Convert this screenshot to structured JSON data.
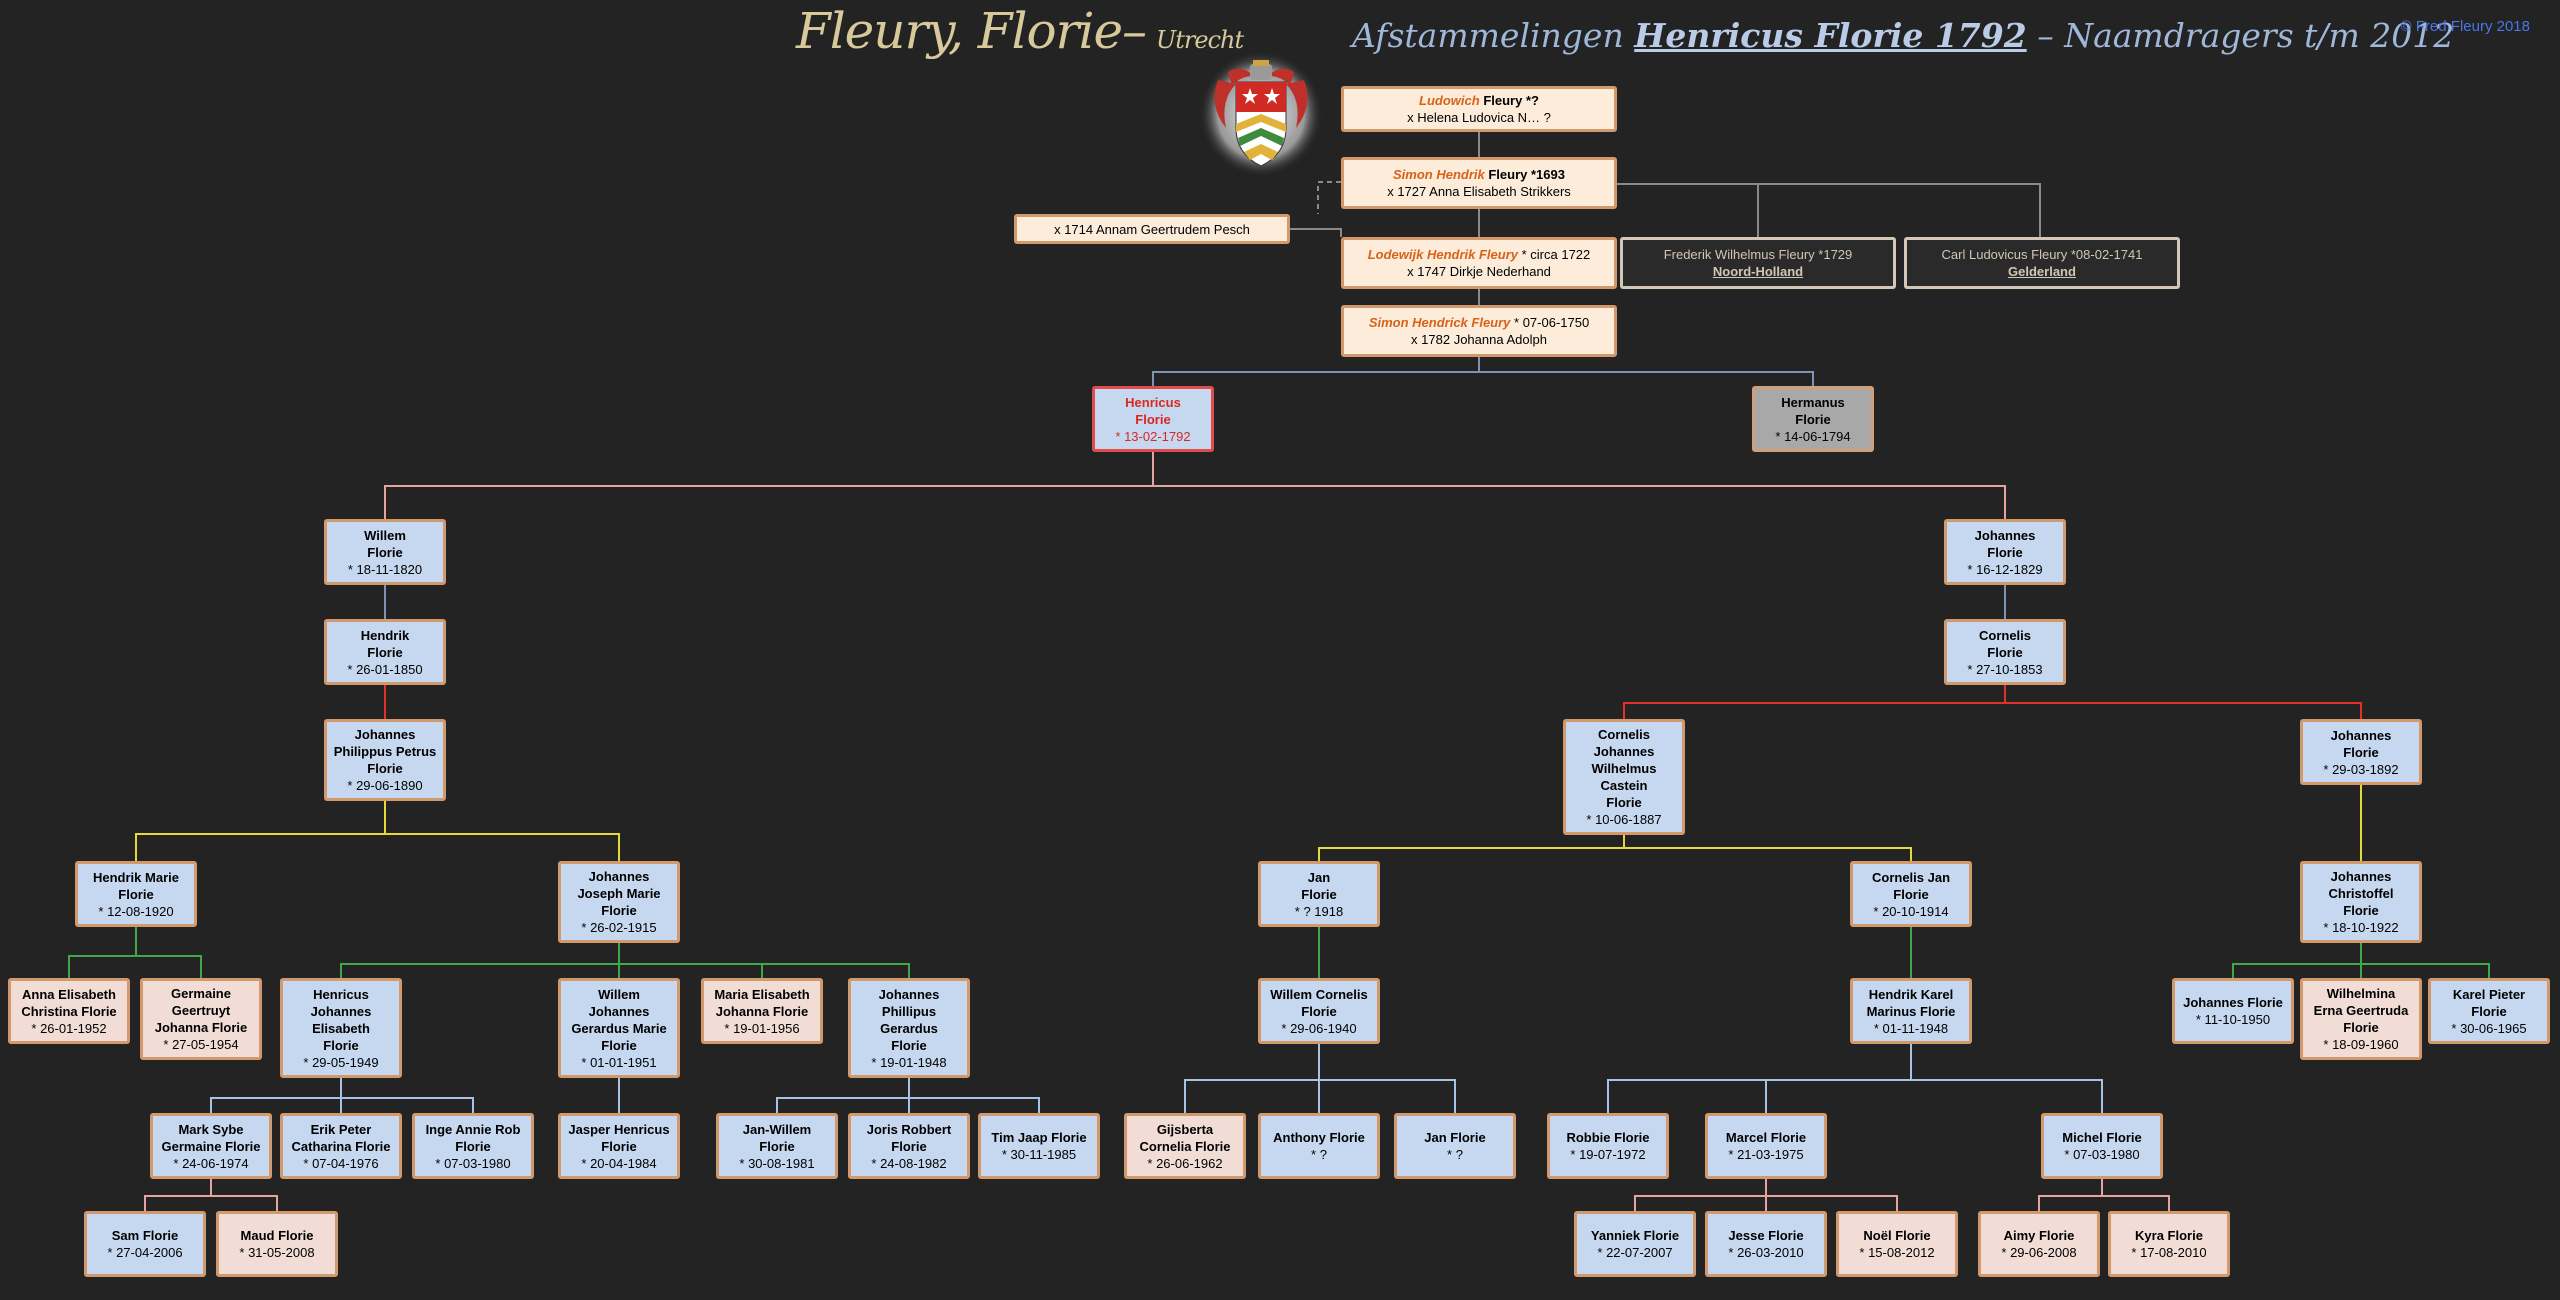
{
  "header": {
    "title_main": "Fleury, Florie–",
    "title_place": "Utrecht",
    "subtitle_prefix": "Afstammelingen",
    "subtitle_highlight": "Henricus Florie 1792",
    "subtitle_suffix": "– Naamdragers t/m 2012",
    "copyright": "© Fred Fleury 2018"
  },
  "colors": {
    "background": "#232323",
    "box_blue": "#c6d8ef",
    "box_pink": "#f1ddd6",
    "box_cream": "#fcecd9",
    "box_border": "#d1996c",
    "accent_orange": "#d7621a",
    "accent_red": "#d9281f",
    "line_grey": "#8a8a8a",
    "line_blue": "#7f93b4",
    "line_pink": "#e7a39d",
    "line_red": "#e1322a",
    "line_yellow": "#e6d83a",
    "line_green": "#3fa848",
    "line_lightblue": "#a8c2e3"
  },
  "crest_icon": "coat-of-arms-icon",
  "nodes": [
    {
      "id": "ludowich",
      "type": "cream",
      "lines": [
        [
          {
            "t": "Ludowich",
            "c": "orng"
          },
          {
            "t": " Fleury ",
            "c": "b"
          },
          {
            "t": "*?",
            "c": "b"
          }
        ],
        [
          {
            "t": "x Helena Ludovica N… ?"
          }
        ]
      ]
    },
    {
      "id": "simon1",
      "type": "cream",
      "lines": [
        [
          {
            "t": "Simon Hendrik",
            "c": "orng"
          },
          {
            "t": " Fleury ",
            "c": "b"
          },
          {
            "t": "*1693",
            "c": "b"
          }
        ],
        [
          {
            "t": "x 1727 Anna Elisabeth Strikkers"
          }
        ]
      ]
    },
    {
      "id": "pesch",
      "type": "cream",
      "lines": [
        [
          {
            "t": "x 1714 Annam Geertrudem Pesch"
          }
        ]
      ]
    },
    {
      "id": "lodewijk",
      "type": "cream",
      "lines": [
        [
          {
            "t": "Lodewijk Hendrik Fleury",
            "c": "orng"
          },
          {
            "t": " * circa 1722"
          }
        ],
        [
          {
            "t": "x 1747 Dirkje Nederhand"
          }
        ]
      ]
    },
    {
      "id": "frederik",
      "type": "dark",
      "lines": [
        [
          {
            "t": "Frederik Wilhelmus Fleury *1729"
          }
        ],
        [
          {
            "t": "Noord-Holland",
            "c": "uline"
          }
        ]
      ]
    },
    {
      "id": "carl",
      "type": "dark",
      "lines": [
        [
          {
            "t": "Carl Ludovicus Fleury *08-02-1741"
          }
        ],
        [
          {
            "t": "Gelderland",
            "c": "uline"
          }
        ]
      ]
    },
    {
      "id": "simon2",
      "type": "cream",
      "lines": [
        [
          {
            "t": "Simon Hendrick Fleury",
            "c": "orng"
          },
          {
            "t": " * 07-06-1750"
          }
        ],
        [
          {
            "t": "x 1782 Johanna Adolph"
          }
        ]
      ]
    },
    {
      "id": "henricus",
      "type": "red",
      "lines": [
        [
          {
            "t": "Henricus",
            "c": "b"
          }
        ],
        [
          {
            "t": "Florie",
            "c": "b"
          }
        ],
        [
          {
            "t": "* 13-02-1792"
          }
        ]
      ]
    },
    {
      "id": "hermanus",
      "type": "grey",
      "lines": [
        [
          {
            "t": "Hermanus",
            "c": "b"
          }
        ],
        [
          {
            "t": "Florie",
            "c": "b"
          }
        ],
        [
          {
            "t": "* 14-06-1794"
          }
        ]
      ]
    },
    {
      "id": "willem1",
      "type": "blue",
      "lines": [
        [
          {
            "t": "Willem",
            "c": "b"
          }
        ],
        [
          {
            "t": "Florie",
            "c": "b"
          }
        ],
        [
          {
            "t": "* 18-11-1820"
          }
        ]
      ]
    },
    {
      "id": "johannes1",
      "type": "blue",
      "lines": [
        [
          {
            "t": "Johannes",
            "c": "b"
          }
        ],
        [
          {
            "t": "Florie",
            "c": "b"
          }
        ],
        [
          {
            "t": "* 16-12-1829"
          }
        ]
      ]
    },
    {
      "id": "hendrik1",
      "type": "blue",
      "lines": [
        [
          {
            "t": "Hendrik",
            "c": "b"
          }
        ],
        [
          {
            "t": "Florie",
            "c": "b"
          }
        ],
        [
          {
            "t": "* 26-01-1850"
          }
        ]
      ]
    },
    {
      "id": "cornelis1",
      "type": "blue",
      "lines": [
        [
          {
            "t": "Cornelis",
            "c": "b"
          }
        ],
        [
          {
            "t": "Florie",
            "c": "b"
          }
        ],
        [
          {
            "t": "* 27-10-1853"
          }
        ]
      ]
    },
    {
      "id": "jpp",
      "type": "blue",
      "lines": [
        [
          {
            "t": "Johannes",
            "c": "b"
          }
        ],
        [
          {
            "t": "Philippus Petrus",
            "c": "b"
          }
        ],
        [
          {
            "t": "Florie",
            "c": "b"
          }
        ],
        [
          {
            "t": "* 29-06-1890"
          }
        ]
      ]
    },
    {
      "id": "cjwc",
      "type": "blue",
      "lines": [
        [
          {
            "t": "Cornelis",
            "c": "b"
          }
        ],
        [
          {
            "t": "Johannes",
            "c": "b"
          }
        ],
        [
          {
            "t": "Wilhelmus",
            "c": "b"
          }
        ],
        [
          {
            "t": "Castein",
            "c": "b"
          }
        ],
        [
          {
            "t": "Florie",
            "c": "b"
          }
        ],
        [
          {
            "t": "* 10-06-1887"
          }
        ]
      ]
    },
    {
      "id": "johannes2",
      "type": "blue",
      "lines": [
        [
          {
            "t": "Johannes",
            "c": "b"
          }
        ],
        [
          {
            "t": "Florie",
            "c": "b"
          }
        ],
        [
          {
            "t": "* 29-03-1892"
          }
        ]
      ]
    },
    {
      "id": "hendrikmarie",
      "type": "blue",
      "lines": [
        [
          {
            "t": "Hendrik Marie",
            "c": "b"
          }
        ],
        [
          {
            "t": "Florie",
            "c": "b"
          }
        ],
        [
          {
            "t": "* 12-08-1920"
          }
        ]
      ]
    },
    {
      "id": "jjm",
      "type": "blue",
      "lines": [
        [
          {
            "t": "Johannes",
            "c": "b"
          }
        ],
        [
          {
            "t": "Joseph Marie",
            "c": "b"
          }
        ],
        [
          {
            "t": "Florie",
            "c": "b"
          }
        ],
        [
          {
            "t": "* 26-02-1915"
          }
        ]
      ]
    },
    {
      "id": "jan1918",
      "type": "blue",
      "lines": [
        [
          {
            "t": "Jan",
            "c": "b"
          }
        ],
        [
          {
            "t": "Florie",
            "c": "b"
          }
        ],
        [
          {
            "t": "* ? 1918"
          }
        ]
      ]
    },
    {
      "id": "cornelisjan",
      "type": "blue",
      "lines": [
        [
          {
            "t": "Cornelis Jan",
            "c": "b"
          }
        ],
        [
          {
            "t": "Florie",
            "c": "b"
          }
        ],
        [
          {
            "t": "* 20-10-1914"
          }
        ]
      ]
    },
    {
      "id": "jchristoffel",
      "type": "blue",
      "lines": [
        [
          {
            "t": "Johannes",
            "c": "b"
          }
        ],
        [
          {
            "t": "Christoffel",
            "c": "b"
          }
        ],
        [
          {
            "t": "Florie",
            "c": "b"
          }
        ],
        [
          {
            "t": "* 18-10-1922"
          }
        ]
      ]
    },
    {
      "id": "annaelisabeth",
      "type": "pink",
      "lines": [
        [
          {
            "t": "Anna Elisabeth",
            "c": "b"
          }
        ],
        [
          {
            "t": "Christina Florie",
            "c": "b"
          }
        ],
        [
          {
            "t": "* 26-01-1952"
          }
        ]
      ]
    },
    {
      "id": "germaine",
      "type": "pink",
      "lines": [
        [
          {
            "t": "Germaine",
            "c": "b"
          }
        ],
        [
          {
            "t": "Geertruyt",
            "c": "b"
          }
        ],
        [
          {
            "t": "Johanna Florie",
            "c": "b"
          }
        ],
        [
          {
            "t": "* 27-05-1954"
          }
        ]
      ]
    },
    {
      "id": "hje",
      "type": "blue",
      "lines": [
        [
          {
            "t": "Henricus",
            "c": "b"
          }
        ],
        [
          {
            "t": "Johannes",
            "c": "b"
          }
        ],
        [
          {
            "t": "Elisabeth",
            "c": "b"
          }
        ],
        [
          {
            "t": "Florie",
            "c": "b"
          }
        ],
        [
          {
            "t": "* 29-05-1949"
          }
        ]
      ]
    },
    {
      "id": "wjgm",
      "type": "blue",
      "lines": [
        [
          {
            "t": "Willem",
            "c": "b"
          }
        ],
        [
          {
            "t": "Johannes",
            "c": "b"
          }
        ],
        [
          {
            "t": "Gerardus Marie",
            "c": "b"
          }
        ],
        [
          {
            "t": "Florie",
            "c": "b"
          }
        ],
        [
          {
            "t": "* 01-01-1951"
          }
        ]
      ]
    },
    {
      "id": "mariaelisabeth",
      "type": "pink",
      "lines": [
        [
          {
            "t": "Maria Elisabeth",
            "c": "b"
          }
        ],
        [
          {
            "t": "Johanna Florie",
            "c": "b"
          }
        ],
        [
          {
            "t": "* 19-01-1956"
          }
        ]
      ]
    },
    {
      "id": "jpg",
      "type": "blue",
      "lines": [
        [
          {
            "t": "Johannes",
            "c": "b"
          }
        ],
        [
          {
            "t": "Phillipus",
            "c": "b"
          }
        ],
        [
          {
            "t": "Gerardus",
            "c": "b"
          }
        ],
        [
          {
            "t": "Florie",
            "c": "b"
          }
        ],
        [
          {
            "t": "* 19-01-1948"
          }
        ]
      ]
    },
    {
      "id": "willemcornelis",
      "type": "blue",
      "lines": [
        [
          {
            "t": "Willem Cornelis",
            "c": "b"
          }
        ],
        [
          {
            "t": "Florie",
            "c": "b"
          }
        ],
        [
          {
            "t": "* 29-06-1940"
          }
        ]
      ]
    },
    {
      "id": "hkm",
      "type": "blue",
      "lines": [
        [
          {
            "t": "Hendrik Karel",
            "c": "b"
          }
        ],
        [
          {
            "t": "Marinus Florie",
            "c": "b"
          }
        ],
        [
          {
            "t": "* 01-11-1948"
          }
        ]
      ]
    },
    {
      "id": "johannes1950",
      "type": "blue",
      "lines": [
        [
          {
            "t": "Johannes Florie",
            "c": "b"
          }
        ],
        [
          {
            "t": "* 11-10-1950"
          }
        ]
      ]
    },
    {
      "id": "wilhelmina",
      "type": "pink",
      "lines": [
        [
          {
            "t": "Wilhelmina",
            "c": "b"
          }
        ],
        [
          {
            "t": "Erna Geertruda",
            "c": "b"
          }
        ],
        [
          {
            "t": "Florie",
            "c": "b"
          }
        ],
        [
          {
            "t": "* 18-09-1960"
          }
        ]
      ]
    },
    {
      "id": "karelpieter",
      "type": "blue",
      "lines": [
        [
          {
            "t": "Karel Pieter",
            "c": "b"
          }
        ],
        [
          {
            "t": "Florie",
            "c": "b"
          }
        ],
        [
          {
            "t": "* 30-06-1965"
          }
        ]
      ]
    },
    {
      "id": "marksybe",
      "type": "blue",
      "lines": [
        [
          {
            "t": "Mark Sybe",
            "c": "b"
          }
        ],
        [
          {
            "t": "Germaine Florie",
            "c": "b"
          }
        ],
        [
          {
            "t": "* 24-06-1974"
          }
        ]
      ]
    },
    {
      "id": "erikpeter",
      "type": "blue",
      "lines": [
        [
          {
            "t": "Erik Peter",
            "c": "b"
          }
        ],
        [
          {
            "t": "Catharina Florie",
            "c": "b"
          }
        ],
        [
          {
            "t": "* 07-04-1976"
          }
        ]
      ]
    },
    {
      "id": "ingeannie",
      "type": "blue",
      "lines": [
        [
          {
            "t": "Inge Annie Rob",
            "c": "b"
          }
        ],
        [
          {
            "t": "Florie",
            "c": "b"
          }
        ],
        [
          {
            "t": "* 07-03-1980"
          }
        ]
      ]
    },
    {
      "id": "jasper",
      "type": "blue",
      "lines": [
        [
          {
            "t": "Jasper Henricus",
            "c": "b"
          }
        ],
        [
          {
            "t": "Florie",
            "c": "b"
          }
        ],
        [
          {
            "t": "* 20-04-1984"
          }
        ]
      ]
    },
    {
      "id": "janwillem",
      "type": "blue",
      "lines": [
        [
          {
            "t": "Jan-Willem",
            "c": "b"
          }
        ],
        [
          {
            "t": "Florie",
            "c": "b"
          }
        ],
        [
          {
            "t": "* 30-08-1981"
          }
        ]
      ]
    },
    {
      "id": "joris",
      "type": "blue",
      "lines": [
        [
          {
            "t": "Joris Robbert",
            "c": "b"
          }
        ],
        [
          {
            "t": "Florie",
            "c": "b"
          }
        ],
        [
          {
            "t": "* 24-08-1982"
          }
        ]
      ]
    },
    {
      "id": "timjaap",
      "type": "blue",
      "lines": [
        [
          {
            "t": "Tim Jaap Florie",
            "c": "b"
          }
        ],
        [
          {
            "t": "* 30-11-1985"
          }
        ]
      ]
    },
    {
      "id": "gijsberta",
      "type": "pink",
      "lines": [
        [
          {
            "t": "Gijsberta",
            "c": "b"
          }
        ],
        [
          {
            "t": "Cornelia Florie",
            "c": "b"
          }
        ],
        [
          {
            "t": "* 26-06-1962"
          }
        ]
      ]
    },
    {
      "id": "anthony",
      "type": "blue",
      "lines": [
        [
          {
            "t": "Anthony Florie",
            "c": "b"
          }
        ],
        [
          {
            "t": "* ?"
          }
        ]
      ]
    },
    {
      "id": "janflorie",
      "type": "blue",
      "lines": [
        [
          {
            "t": "Jan Florie",
            "c": "b"
          }
        ],
        [
          {
            "t": "* ?"
          }
        ]
      ]
    },
    {
      "id": "robbie",
      "type": "blue",
      "lines": [
        [
          {
            "t": "Robbie Florie",
            "c": "b"
          }
        ],
        [
          {
            "t": "* 19-07-1972"
          }
        ]
      ]
    },
    {
      "id": "marcel",
      "type": "blue",
      "lines": [
        [
          {
            "t": "Marcel Florie",
            "c": "b"
          }
        ],
        [
          {
            "t": "* 21-03-1975"
          }
        ]
      ]
    },
    {
      "id": "michel",
      "type": "blue",
      "lines": [
        [
          {
            "t": "Michel Florie",
            "c": "b"
          }
        ],
        [
          {
            "t": "* 07-03-1980"
          }
        ]
      ]
    },
    {
      "id": "sam",
      "type": "blue",
      "lines": [
        [
          {
            "t": "Sam Florie",
            "c": "b"
          }
        ],
        [
          {
            "t": "* 27-04-2006"
          }
        ]
      ]
    },
    {
      "id": "maud",
      "type": "pink",
      "lines": [
        [
          {
            "t": "Maud Florie",
            "c": "b"
          }
        ],
        [
          {
            "t": "* 31-05-2008"
          }
        ]
      ]
    },
    {
      "id": "yanniek",
      "type": "blue",
      "lines": [
        [
          {
            "t": "Yanniek Florie",
            "c": "b"
          }
        ],
        [
          {
            "t": "* 22-07-2007"
          }
        ]
      ]
    },
    {
      "id": "jesse",
      "type": "blue",
      "lines": [
        [
          {
            "t": "Jesse Florie",
            "c": "b"
          }
        ],
        [
          {
            "t": "* 26-03-2010"
          }
        ]
      ]
    },
    {
      "id": "noel",
      "type": "pink",
      "lines": [
        [
          {
            "t": "Noël Florie",
            "c": "b"
          }
        ],
        [
          {
            "t": "* 15-08-2012"
          }
        ]
      ]
    },
    {
      "id": "aimy",
      "type": "pink",
      "lines": [
        [
          {
            "t": "Aimy Florie",
            "c": "b"
          }
        ],
        [
          {
            "t": "* 29-06-2008"
          }
        ]
      ]
    },
    {
      "id": "kyra",
      "type": "pink",
      "lines": [
        [
          {
            "t": "Kyra Florie",
            "c": "b"
          }
        ],
        [
          {
            "t": "* 17-08-2010"
          }
        ]
      ]
    }
  ]
}
